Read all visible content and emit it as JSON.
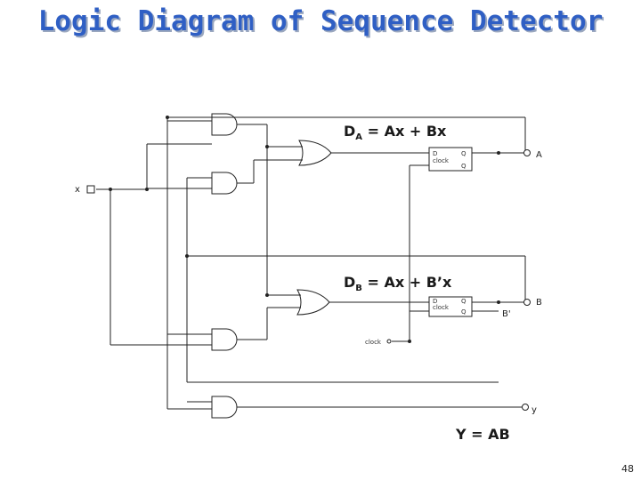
{
  "title": "Logic Diagram of Sequence Detector",
  "equations": {
    "da": {
      "main": "D",
      "sub": "A",
      "rest": " = Ax + Bx"
    },
    "db": {
      "main": "D",
      "sub": "B",
      "rest": " = Ax + B’x"
    },
    "y": "Y = AB"
  },
  "labels": {
    "input_x": "x",
    "output_a": "A",
    "output_b": "B",
    "output_b_bar": "B'",
    "output_y": "y",
    "ff_d": "D",
    "ff_clock": "clock",
    "ff_q": "Q",
    "ff_qbar": "Q",
    "clock_input": "clock"
  },
  "page_number": "48"
}
